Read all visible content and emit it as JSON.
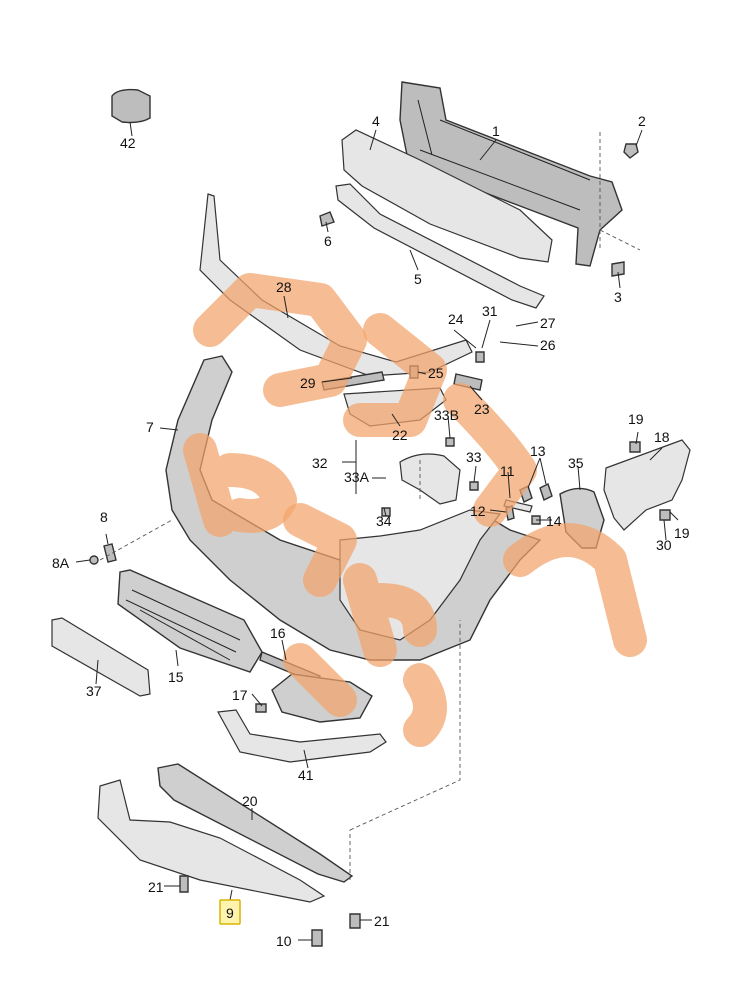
{
  "callouts": [
    {
      "id": "p1",
      "label": "1"
    },
    {
      "id": "p2",
      "label": "2"
    },
    {
      "id": "p3",
      "label": "3"
    },
    {
      "id": "p4",
      "label": "4"
    },
    {
      "id": "p5",
      "label": "5"
    },
    {
      "id": "p6",
      "label": "6"
    },
    {
      "id": "p7",
      "label": "7"
    },
    {
      "id": "p8",
      "label": "8"
    },
    {
      "id": "p8a",
      "label": "8A"
    },
    {
      "id": "p9",
      "label": "9",
      "highlighted": true
    },
    {
      "id": "p10",
      "label": "10"
    },
    {
      "id": "p11",
      "label": "11"
    },
    {
      "id": "p12",
      "label": "12"
    },
    {
      "id": "p13",
      "label": "13"
    },
    {
      "id": "p14",
      "label": "14"
    },
    {
      "id": "p15",
      "label": "15"
    },
    {
      "id": "p16",
      "label": "16"
    },
    {
      "id": "p17",
      "label": "17"
    },
    {
      "id": "p18",
      "label": "18"
    },
    {
      "id": "p19a",
      "label": "19"
    },
    {
      "id": "p19b",
      "label": "19"
    },
    {
      "id": "p20",
      "label": "20"
    },
    {
      "id": "p21a",
      "label": "21"
    },
    {
      "id": "p21b",
      "label": "21"
    },
    {
      "id": "p22",
      "label": "22"
    },
    {
      "id": "p23",
      "label": "23"
    },
    {
      "id": "p24",
      "label": "24"
    },
    {
      "id": "p25",
      "label": "25"
    },
    {
      "id": "p26",
      "label": "26"
    },
    {
      "id": "p27",
      "label": "27"
    },
    {
      "id": "p28",
      "label": "28"
    },
    {
      "id": "p29",
      "label": "29"
    },
    {
      "id": "p30",
      "label": "30"
    },
    {
      "id": "p31",
      "label": "31"
    },
    {
      "id": "p32",
      "label": "32"
    },
    {
      "id": "p33",
      "label": "33"
    },
    {
      "id": "p33a",
      "label": "33A"
    },
    {
      "id": "p33b",
      "label": "33B"
    },
    {
      "id": "p34",
      "label": "34"
    },
    {
      "id": "p35",
      "label": "35"
    },
    {
      "id": "p37",
      "label": "37"
    },
    {
      "id": "p41",
      "label": "41"
    },
    {
      "id": "p42",
      "label": "42"
    }
  ],
  "colors": {
    "highlight_fill": "#fff3b0",
    "highlight_border": "#d9b400",
    "watermark": "#f2a36b"
  }
}
